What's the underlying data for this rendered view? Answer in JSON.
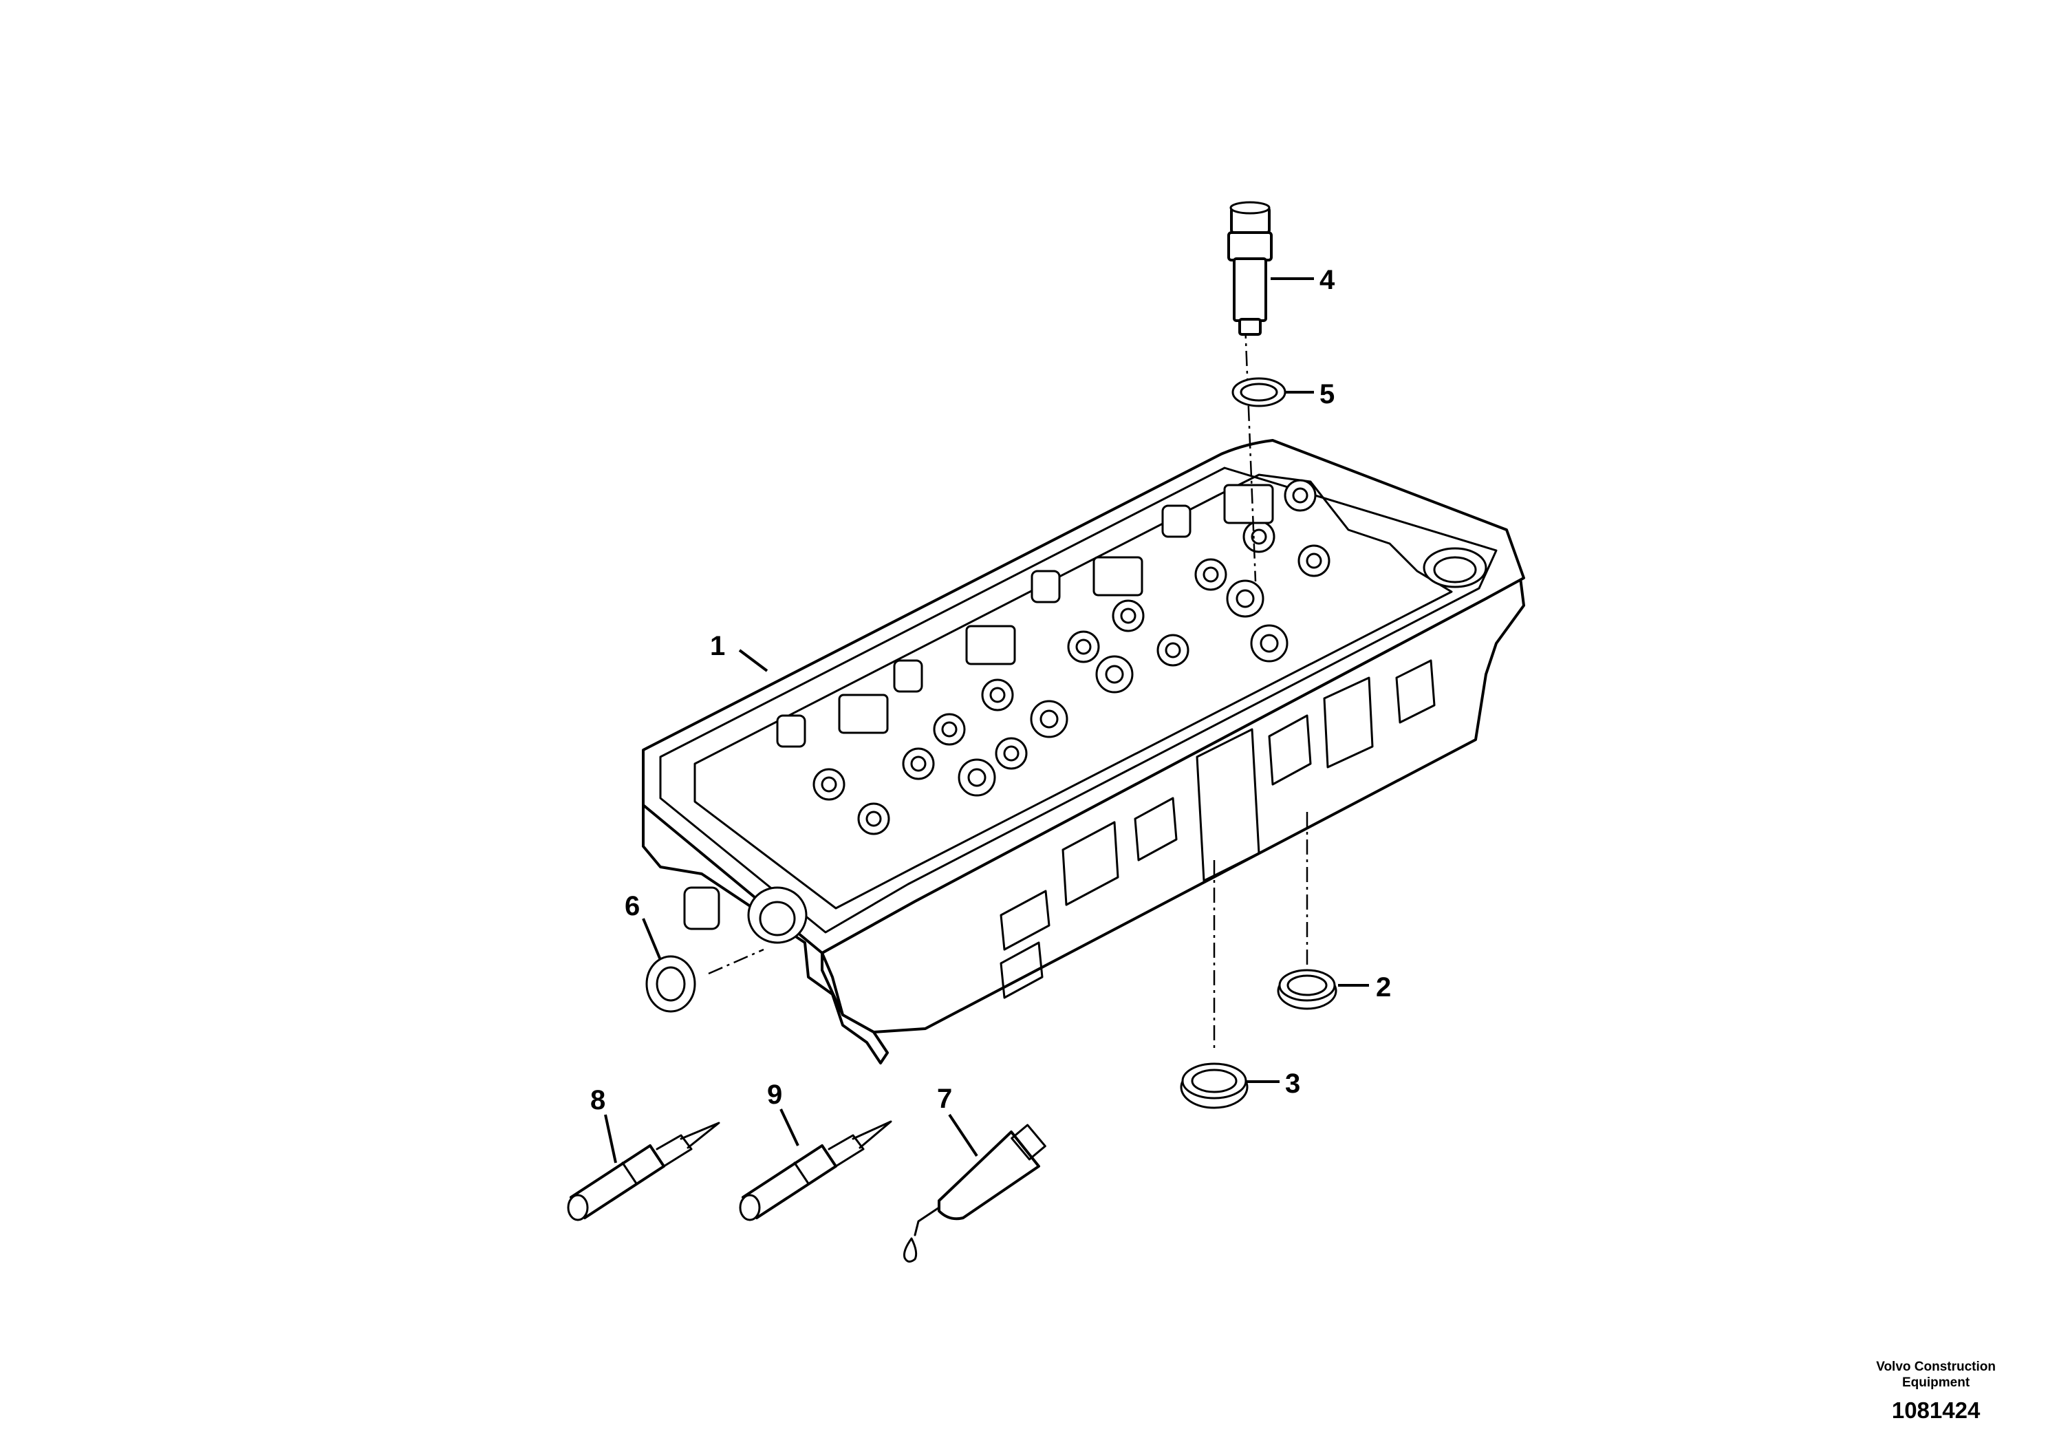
{
  "callouts": {
    "c1": "1",
    "c2": "2",
    "c3": "3",
    "c4": "4",
    "c5": "5",
    "c6": "6",
    "c7": "7",
    "c8": "8",
    "c9": "9"
  },
  "footer": {
    "brand_line1": "Volvo Construction",
    "brand_line2": "Equipment",
    "illustration_number": "1081424"
  }
}
